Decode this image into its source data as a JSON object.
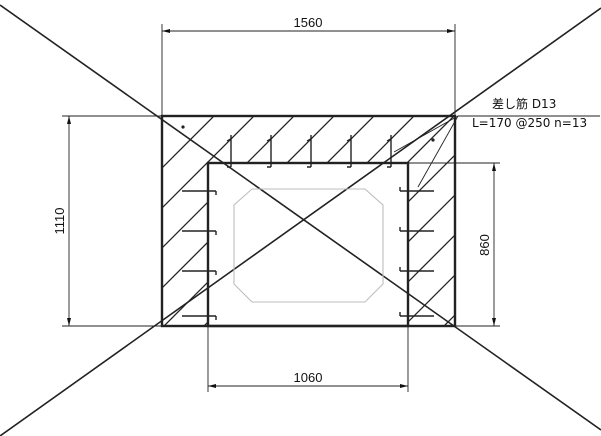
{
  "dimensions": {
    "top_width": "1560",
    "left_height": "1110",
    "right_height": "860",
    "bottom_width": "1060"
  },
  "note": {
    "line1": "差し筋 D13",
    "line2": "L=170 @250 n=13"
  }
}
